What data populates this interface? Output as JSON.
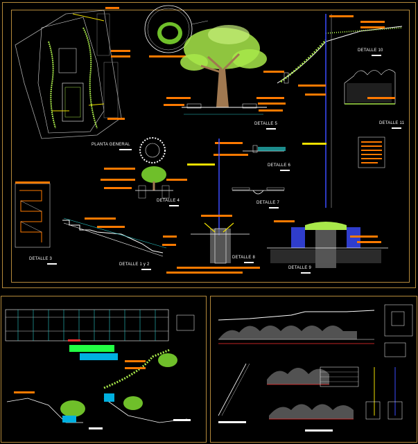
{
  "sheets": {
    "main": {
      "labels": {
        "planta_general": "PLANTA GENERAL",
        "detalle_3": "DETALLE 3",
        "detalle_4": "DETALLE 4",
        "detalle_1y2": "DETALLE 1 y 2",
        "detalle_5": "DETALLE 5",
        "detalle_6": "DETALLE 6",
        "detalle_7": "DETALLE 7",
        "detalle_8": "DETALLE 8",
        "detalle_9": "DETALLE 9",
        "detalle_10": "DETALLE 10",
        "detalle_11": "DETALLE 11"
      }
    }
  },
  "colors": {
    "border": "#b58a3b",
    "annotation_orange": "#ff7a00",
    "vegetation_green": "#a8e84a",
    "structure_blue": "#3b4cff",
    "dimension_cyan": "#28c8c8",
    "text_white": "#ffffff",
    "note_yellow": "#f0e000"
  }
}
